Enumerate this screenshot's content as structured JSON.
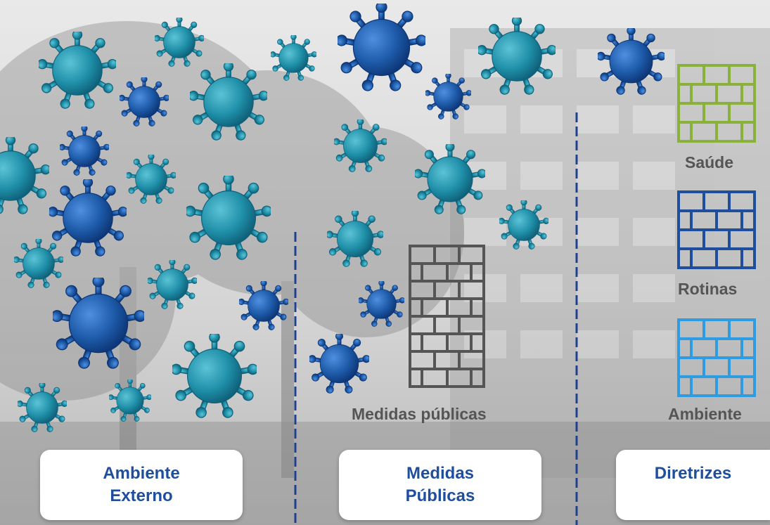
{
  "sections": [
    {
      "title_line1": "Ambiente",
      "title_line2": "Externo"
    },
    {
      "title_line1": "Medidas",
      "title_line2": "Públicas"
    },
    {
      "title_line1": "Diretrizes",
      "title_line2": ""
    }
  ],
  "walls": {
    "public_measures": "Medidas públicas",
    "health": "Saúde",
    "routines": "Rotinas",
    "environment": "Ambiente"
  },
  "colors": {
    "virus_teal": "#1f8fa8",
    "virus_blue": "#1d5aa8",
    "wall_gray": "#555555",
    "wall_green": "#8ab23a",
    "wall_navy": "#1f4e9c",
    "wall_lightblue": "#2f9be0",
    "divider": "#1f3f8f",
    "label_text": "#1f4e9c"
  }
}
